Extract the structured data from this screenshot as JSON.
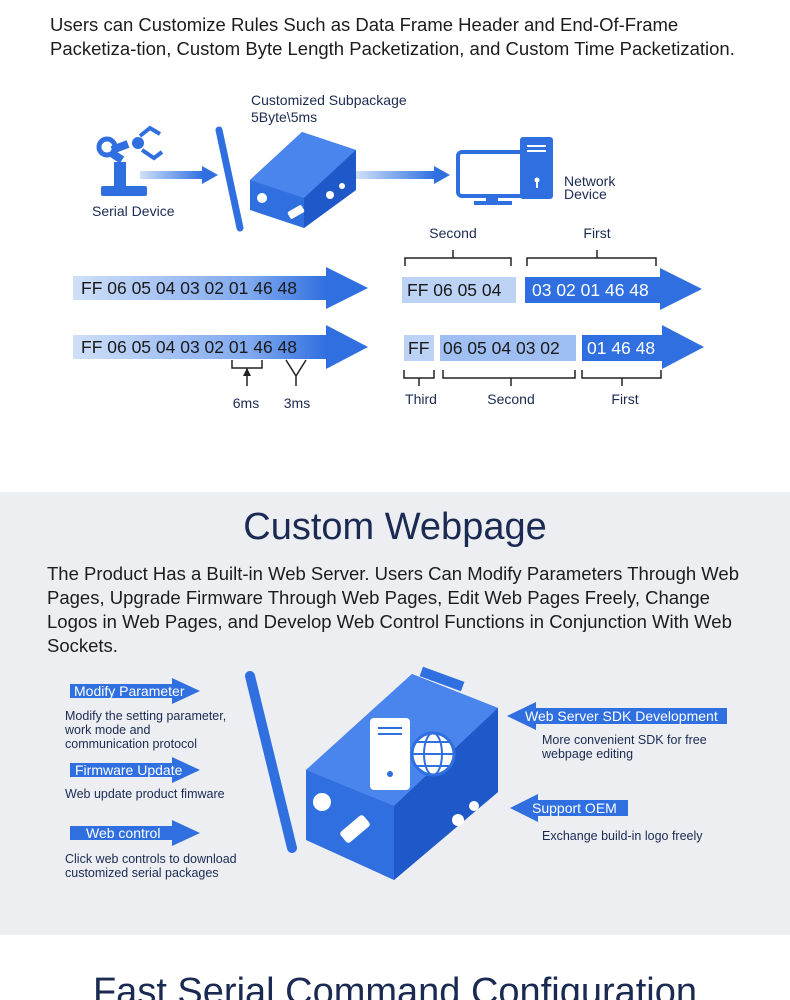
{
  "section1": {
    "intro": "Users can Customize Rules Such as Data Frame Header and End-Of-Frame Packetiza-tion, Custom Byte Length Packetization, and Custom Time Packetization.",
    "subpackage_line1": "Customized Subpackage",
    "subpackage_line2": "5Byte\\5ms",
    "serial_device": "Serial Device",
    "network_device_line1": "Network",
    "network_device_line2": "Device",
    "row1": {
      "source": "FF 06 05 04 03 02 01 46 48",
      "split_a": "FF 06 05 04",
      "split_b": "03 02 01 46 48",
      "label_a": "Second",
      "label_b": "First"
    },
    "row2": {
      "source": "FF 06 05 04 03 02 01 46 48",
      "split_a": "FF",
      "split_b": "06 05 04 03 02",
      "split_c": "01 46 48",
      "label_a": "Third",
      "label_b": "Second",
      "label_c": "First",
      "time_a": "6ms",
      "time_b": "3ms"
    }
  },
  "section2": {
    "title": "Custom Webpage",
    "description": "The Product Has a Built-in Web Server. Users Can Modify Parameters Through Web Pages, Upgrade Firmware Through Web Pages, Edit Web Pages Freely, Change Logos in Web Pages, and Develop Web Control Functions in Conjunction With Web Sockets.",
    "left_features": [
      {
        "label": "Modify Parameter",
        "desc1": "Modify the setting parameter,",
        "desc2": "work mode and",
        "desc3": "communication protocol"
      },
      {
        "label": "Firmware Update",
        "desc1": "Web update product fimware"
      },
      {
        "label": "Web control",
        "desc1": "Click web controls to download",
        "desc2": "customized serial packages"
      }
    ],
    "right_features": [
      {
        "label": "Web Server SDK Development",
        "desc1": "More convenient SDK for free",
        "desc2": "webpage editing"
      },
      {
        "label": "Support OEM",
        "desc1": "Exchange build-in logo freely"
      }
    ]
  },
  "section3": {
    "title": "Fast Serial Command Configuration"
  },
  "colors": {
    "accent": "#2f6fe0",
    "light_blue": "#bcd3f5",
    "dark_navy": "#1b2a52",
    "gray_bg": "#eceef1"
  }
}
